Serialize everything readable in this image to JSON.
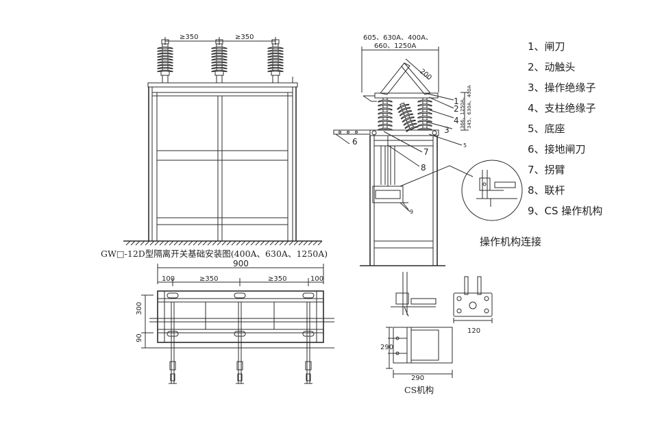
{
  "front_view": {
    "dims": {
      "gap_left": "≥350",
      "gap_right": "≥350"
    }
  },
  "main_caption": "GW□-12D型隔离开关基础安装图(400A、630A、1250A)",
  "plan_view": {
    "dims": {
      "overall": "900",
      "edge_left": "100",
      "gap_left": "≥350",
      "gap_right": "≥350",
      "edge_right": "100",
      "depth": "300",
      "offset": "90"
    }
  },
  "side_view": {
    "top_dim_line1": "605、630A、400A、",
    "top_dim_line2": "660、1250A",
    "blade_dim": "200",
    "height_dim_line1": "366、1250A、",
    "height_dim_line2": "345、630A、400A",
    "callouts": [
      "1",
      "2",
      "4",
      "3",
      "5",
      "6",
      "7",
      "8",
      "9"
    ]
  },
  "detail_caption": "操作机构连接",
  "cs_mechanism": {
    "caption": "CS机构",
    "dim_a": "290",
    "dim_b": "290",
    "dim_c": "120"
  },
  "legend": [
    "1、闸刀",
    "2、动触头",
    "3、操作绝缘子",
    "4、支柱绝缘子",
    "5、底座",
    "6、接地闸刀",
    "7、拐臂",
    "8、联杆",
    "9、CS 操作机构"
  ]
}
